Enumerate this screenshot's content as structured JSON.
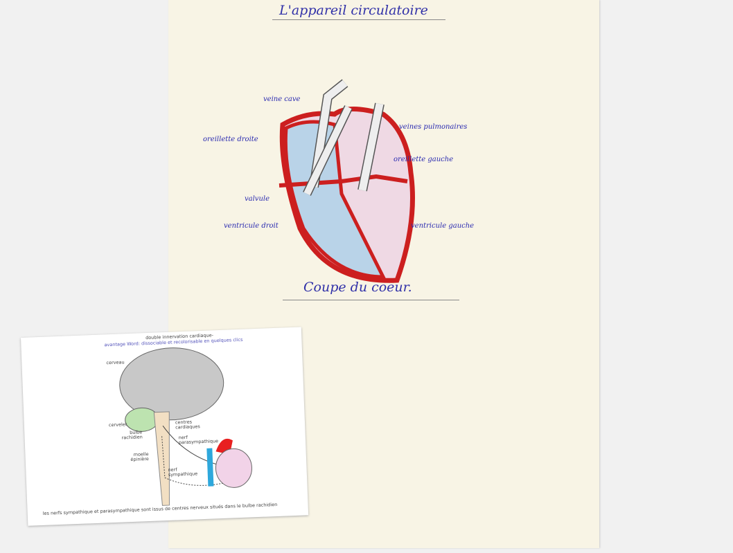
{
  "sheet": {
    "title": "L'appareil circulatoire",
    "caption": "Coupe du coeur.",
    "labels": {
      "veine_cave": "veine cave",
      "veines_pulmonaires": "veines pulmonaires",
      "oreillette_droite": "oreillette droite",
      "oreillette_gauche": "oreillette gauche",
      "valvule": "valvule",
      "ventricule_droit": "ventricule droit",
      "ventricule_gauche": "ventricule gauche"
    }
  },
  "inset": {
    "title": "double innervation cardiaque-",
    "subtitle": "avantage Word: dissociable et recolorisable en quelques clics",
    "labels": {
      "cerveau": "cerveau",
      "cervelet": "cervelet",
      "bulbe": "bulbe rachidien",
      "moelle": "moelle épinière",
      "centres": "centres cardiaques",
      "parasympathique": "nerf parasympathique",
      "sympathique": "nerf sympathique"
    },
    "caption": "les nerfs sympathique et parasympathique sont issus de centres nerveux situés dans le bulbe rachidien"
  },
  "colors": {
    "ink": "#2a2ab0",
    "red": "#cc1f1f",
    "right_heart": "#b9d3e8",
    "left_heart": "#efd9e4"
  }
}
